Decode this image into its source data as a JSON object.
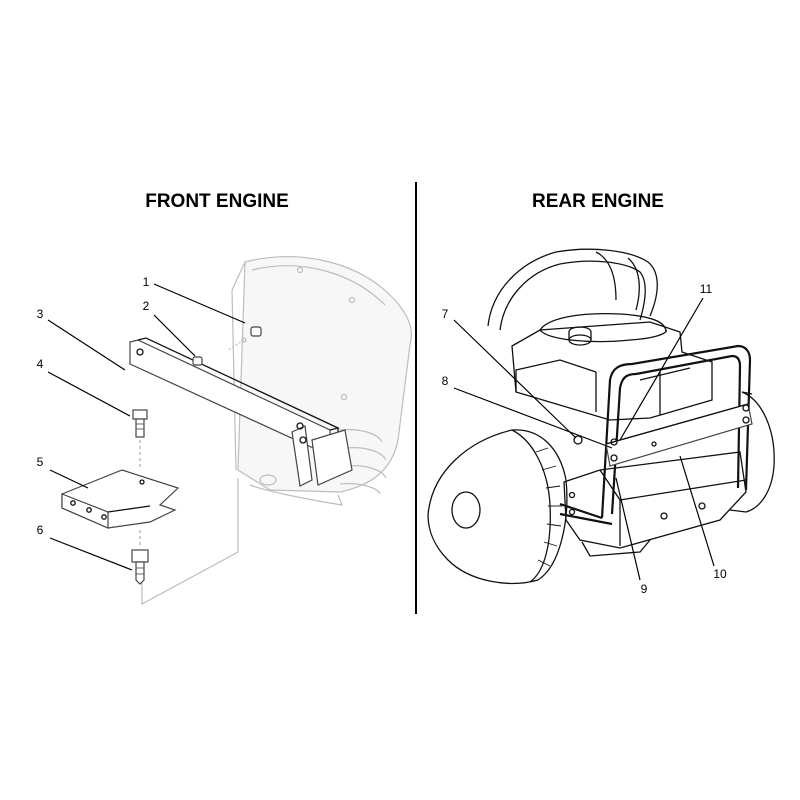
{
  "panels": {
    "front": {
      "title": "FRONT ENGINE"
    },
    "rear": {
      "title": "REAR ENGINE"
    }
  },
  "callouts": {
    "c1": "1",
    "c2": "2",
    "c3": "3",
    "c4": "4",
    "c5": "5",
    "c6": "6",
    "c7": "7",
    "c8": "8",
    "c9": "9",
    "c10": "10",
    "c11": "11"
  }
}
